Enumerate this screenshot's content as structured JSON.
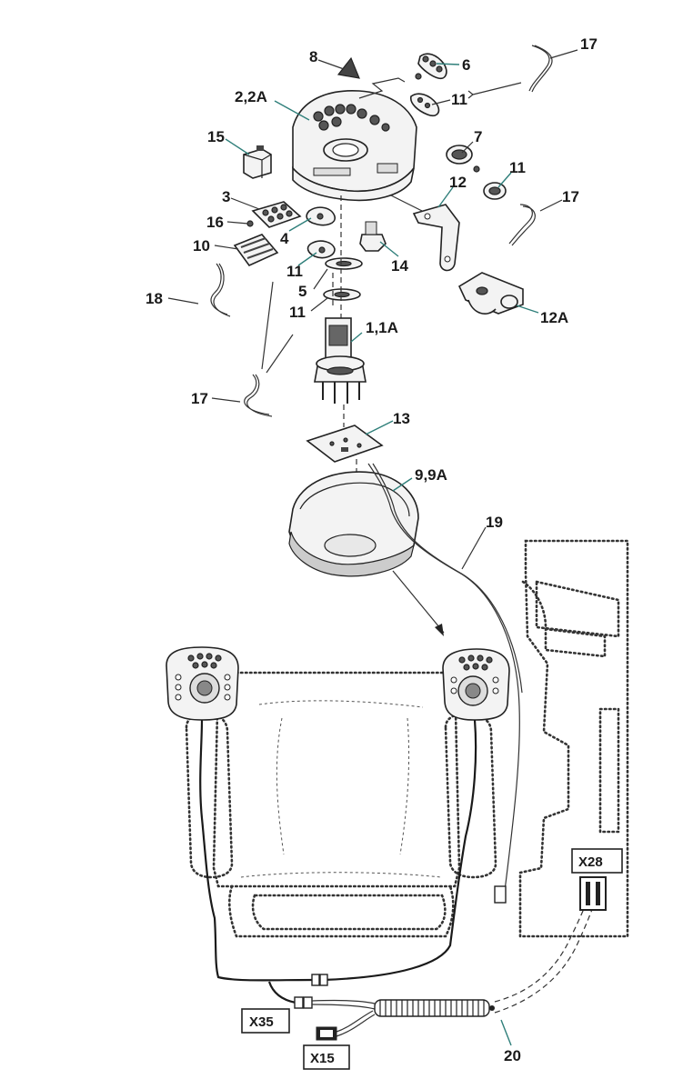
{
  "callouts": {
    "c8": "8",
    "c6": "6",
    "c17a": "17",
    "c22a": "2,2A",
    "c11a": "11",
    "c15": "15",
    "c7": "7",
    "c11b": "11",
    "c12": "12",
    "c17b": "17",
    "c3": "3",
    "c16": "16",
    "c4": "4",
    "c10": "10",
    "c14": "14",
    "c11c": "11",
    "c18": "18",
    "c5": "5",
    "c11d": "11",
    "c12a": "12A",
    "c11a2": "1,1A",
    "c17c": "17",
    "c13": "13",
    "c99a": "9,9A",
    "c19": "19",
    "c20": "20"
  },
  "connectors": {
    "x28": "X28",
    "x35": "X35",
    "x15": "X15"
  },
  "colors": {
    "leader_accent": "#2f7f7a",
    "outline": "#222222"
  }
}
